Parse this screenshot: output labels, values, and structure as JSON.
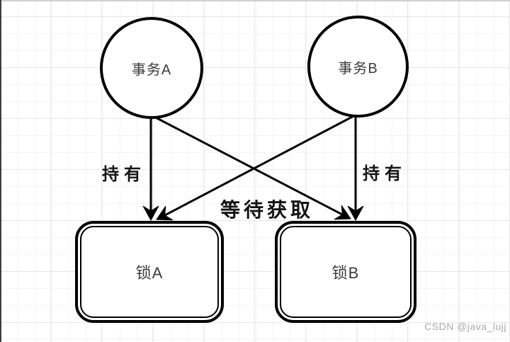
{
  "diagram": {
    "type": "deadlock-diagram",
    "nodes": [
      {
        "id": "transaction-a",
        "shape": "circle",
        "label": "事务A"
      },
      {
        "id": "transaction-b",
        "shape": "circle",
        "label": "事务B"
      },
      {
        "id": "lock-a",
        "shape": "rounded-rect-double",
        "label": "锁A"
      },
      {
        "id": "lock-b",
        "shape": "rounded-rect-double",
        "label": "锁B"
      }
    ],
    "edges": [
      {
        "from": "transaction-a",
        "to": "lock-a",
        "label": "持有",
        "style": "arrow-down"
      },
      {
        "from": "transaction-b",
        "to": "lock-b",
        "label": "持有",
        "style": "arrow-down"
      },
      {
        "from": "transaction-a",
        "to": "lock-b",
        "label": "等待获取",
        "style": "arrow-diagonal"
      },
      {
        "from": "transaction-b",
        "to": "lock-a",
        "label": "等待获取",
        "style": "arrow-diagonal"
      }
    ],
    "edge_labels": {
      "holds_left": "持有",
      "holds_right": "持有",
      "waiting": "等待获取"
    },
    "colors": {
      "stroke": "#000000",
      "fill": "#ffffff",
      "background": "#ffffff",
      "grid_minor": "#f4f4f4",
      "grid_major": "#e6e6e6",
      "label_text": "#141414",
      "node_text": "#3c3c3c",
      "watermark_text": "#a9a9a9"
    }
  },
  "watermark": {
    "text": "CSDN @java_lujj"
  }
}
